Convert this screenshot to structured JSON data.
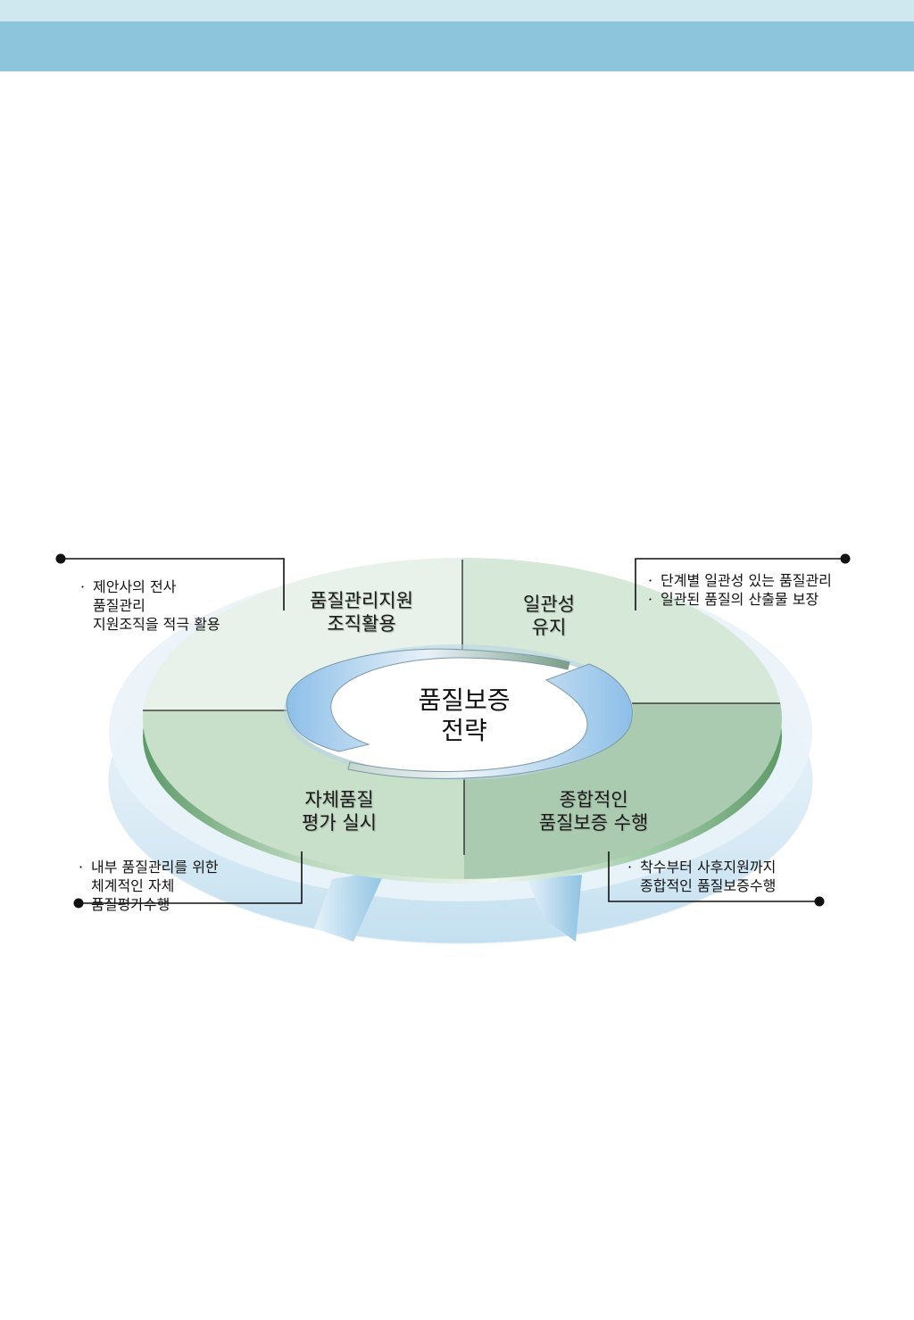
{
  "center": {
    "line1": "품질보증",
    "line2": "전략"
  },
  "quadrants": {
    "top_left": {
      "line1": "품질관리지원",
      "line2": "조직활용"
    },
    "top_right": {
      "line1": "일관성",
      "line2": "유지"
    },
    "bottom_left": {
      "line1": "자체품질",
      "line2": "평가 실시"
    },
    "bottom_right": {
      "line1": "종합적인",
      "line2": "품질보증 수행"
    }
  },
  "notes": {
    "top_left": {
      "bullet": "·",
      "lines": [
        "제안사의 전사",
        "품질관리",
        "지원조직을 적극 활용"
      ]
    },
    "top_right": {
      "bullet": "·",
      "lines": [
        "단계별 일관성 있는 품질관리",
        "일관된 품질의 산출물 보장"
      ]
    },
    "bottom_left": {
      "bullet": "·",
      "lines": [
        "내부 품질관리를 위한",
        "체계적인 자체",
        "품질평가수행"
      ]
    },
    "bottom_right": {
      "bullet": "·",
      "lines": [
        "착수부터 사후지원까지",
        "종합적인 품질보증수행"
      ]
    }
  },
  "colors": {
    "header_band_light": "#cfe7ee",
    "header_band": "#8cc5dc",
    "disc_light": "#e9f2ea",
    "disc_mid": "#c9e0cc",
    "disc_dark": "#a9cbb0",
    "disc_edge": "#6ea878",
    "base_blue": "#bcdcee",
    "arrow_blue": "#9cc8ea"
  }
}
